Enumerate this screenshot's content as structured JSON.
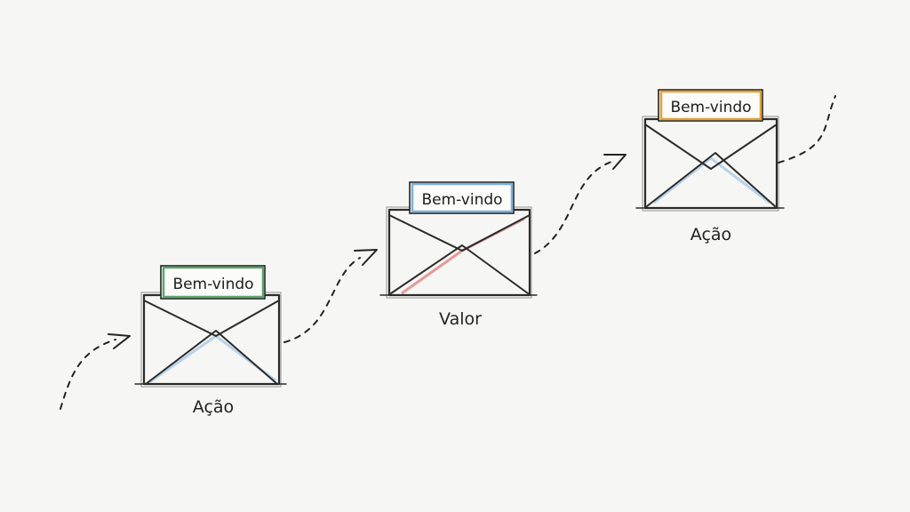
{
  "steps": [
    {
      "card_label": "Bem-vindo",
      "caption": "Ação",
      "accent": "#5fa56a",
      "tint": "#9ec3e6"
    },
    {
      "card_label": "Bem-vindo",
      "caption": "Valor",
      "accent": "#7fb0d8",
      "tint": "#e07a7a"
    },
    {
      "card_label": "Bem-vindo",
      "caption": "Ação",
      "accent": "#e0a23a",
      "tint": "#9ec3e6"
    }
  ]
}
